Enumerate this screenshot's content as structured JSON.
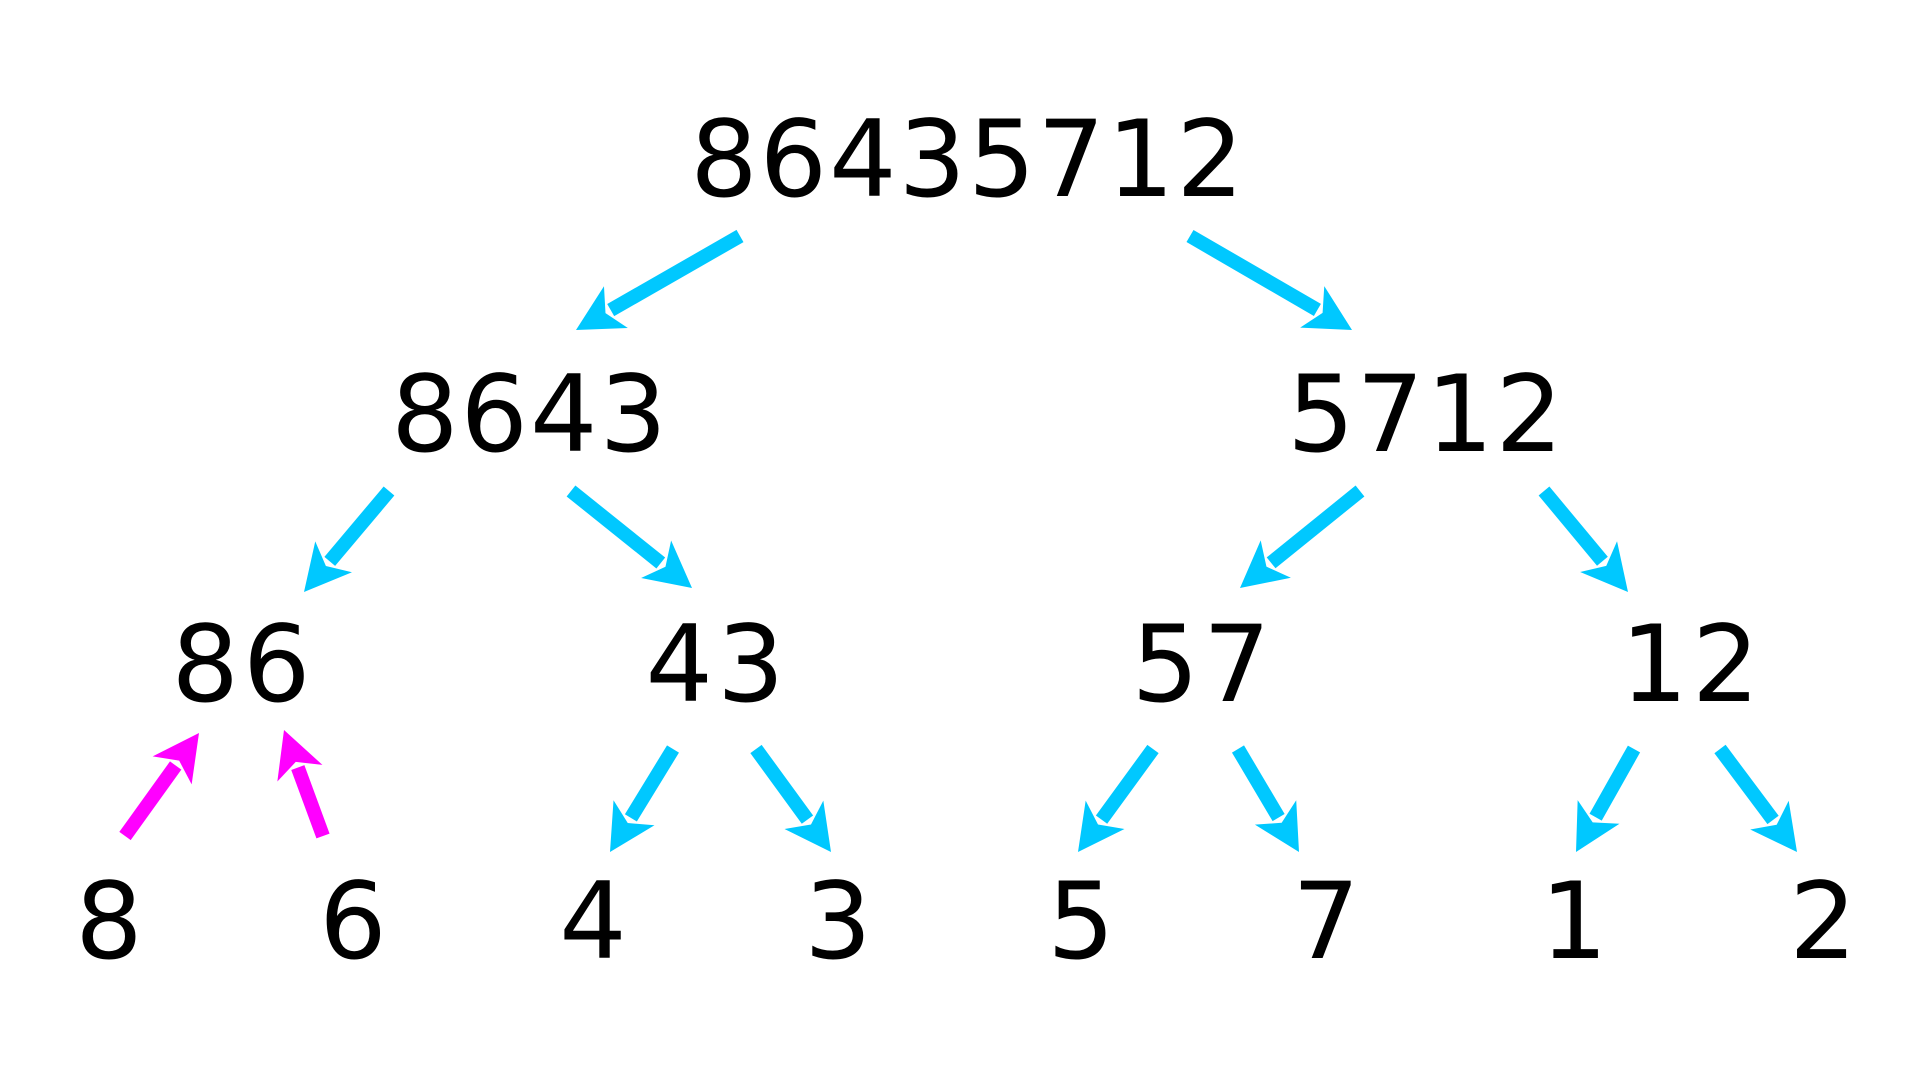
{
  "colors": {
    "split_arrow": "#00C8FF",
    "merge_arrow": "#FF00FF",
    "text": "#000000",
    "background": "#FFFFFF"
  },
  "tree": {
    "root": "86435712",
    "level1": [
      "8643",
      "5712"
    ],
    "level2": [
      "86",
      "43",
      "57",
      "12"
    ],
    "leaves": [
      "8",
      "6",
      "4",
      "3",
      "5",
      "7",
      "1",
      "2"
    ]
  }
}
